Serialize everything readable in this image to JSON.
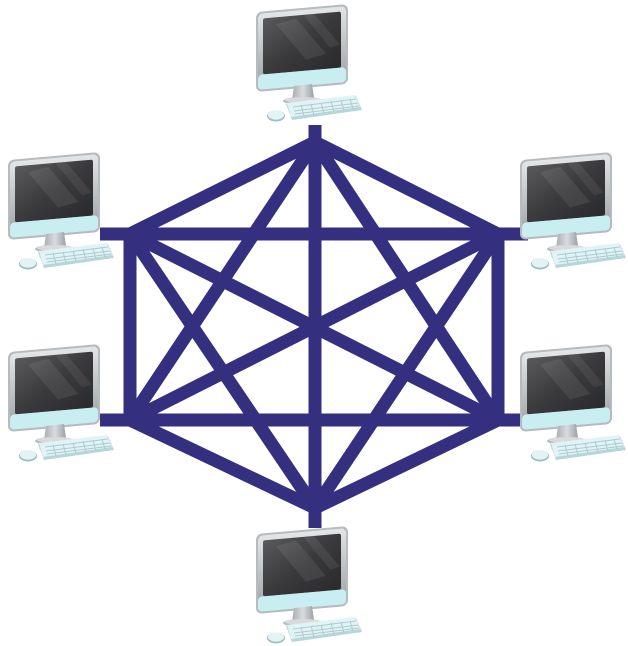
{
  "diagram": {
    "type": "mesh-network-topology",
    "link_color": "#342f7f",
    "nodes": [
      {
        "id": "top",
        "icon": "desktop-computer-icon"
      },
      {
        "id": "upper-left",
        "icon": "desktop-computer-icon"
      },
      {
        "id": "upper-right",
        "icon": "desktop-computer-icon"
      },
      {
        "id": "lower-left",
        "icon": "desktop-computer-icon"
      },
      {
        "id": "lower-right",
        "icon": "desktop-computer-icon"
      },
      {
        "id": "bottom",
        "icon": "desktop-computer-icon"
      }
    ],
    "links": [
      [
        "top",
        "upper-left"
      ],
      [
        "top",
        "upper-right"
      ],
      [
        "top",
        "lower-left"
      ],
      [
        "top",
        "lower-right"
      ],
      [
        "top",
        "bottom"
      ],
      [
        "upper-left",
        "upper-right"
      ],
      [
        "upper-left",
        "lower-left"
      ],
      [
        "upper-left",
        "lower-right"
      ],
      [
        "upper-left",
        "bottom"
      ],
      [
        "upper-right",
        "lower-left"
      ],
      [
        "upper-right",
        "lower-right"
      ],
      [
        "upper-right",
        "bottom"
      ],
      [
        "lower-left",
        "lower-right"
      ],
      [
        "lower-left",
        "bottom"
      ],
      [
        "lower-right",
        "bottom"
      ]
    ],
    "colors": {
      "monitor_frame": "#c9ccce",
      "screen": "#3b3b3d",
      "monitor_bezel_bottom": "#c8eef2",
      "keyboard": "#cfe7ea",
      "mouse": "#d6eaee"
    }
  }
}
